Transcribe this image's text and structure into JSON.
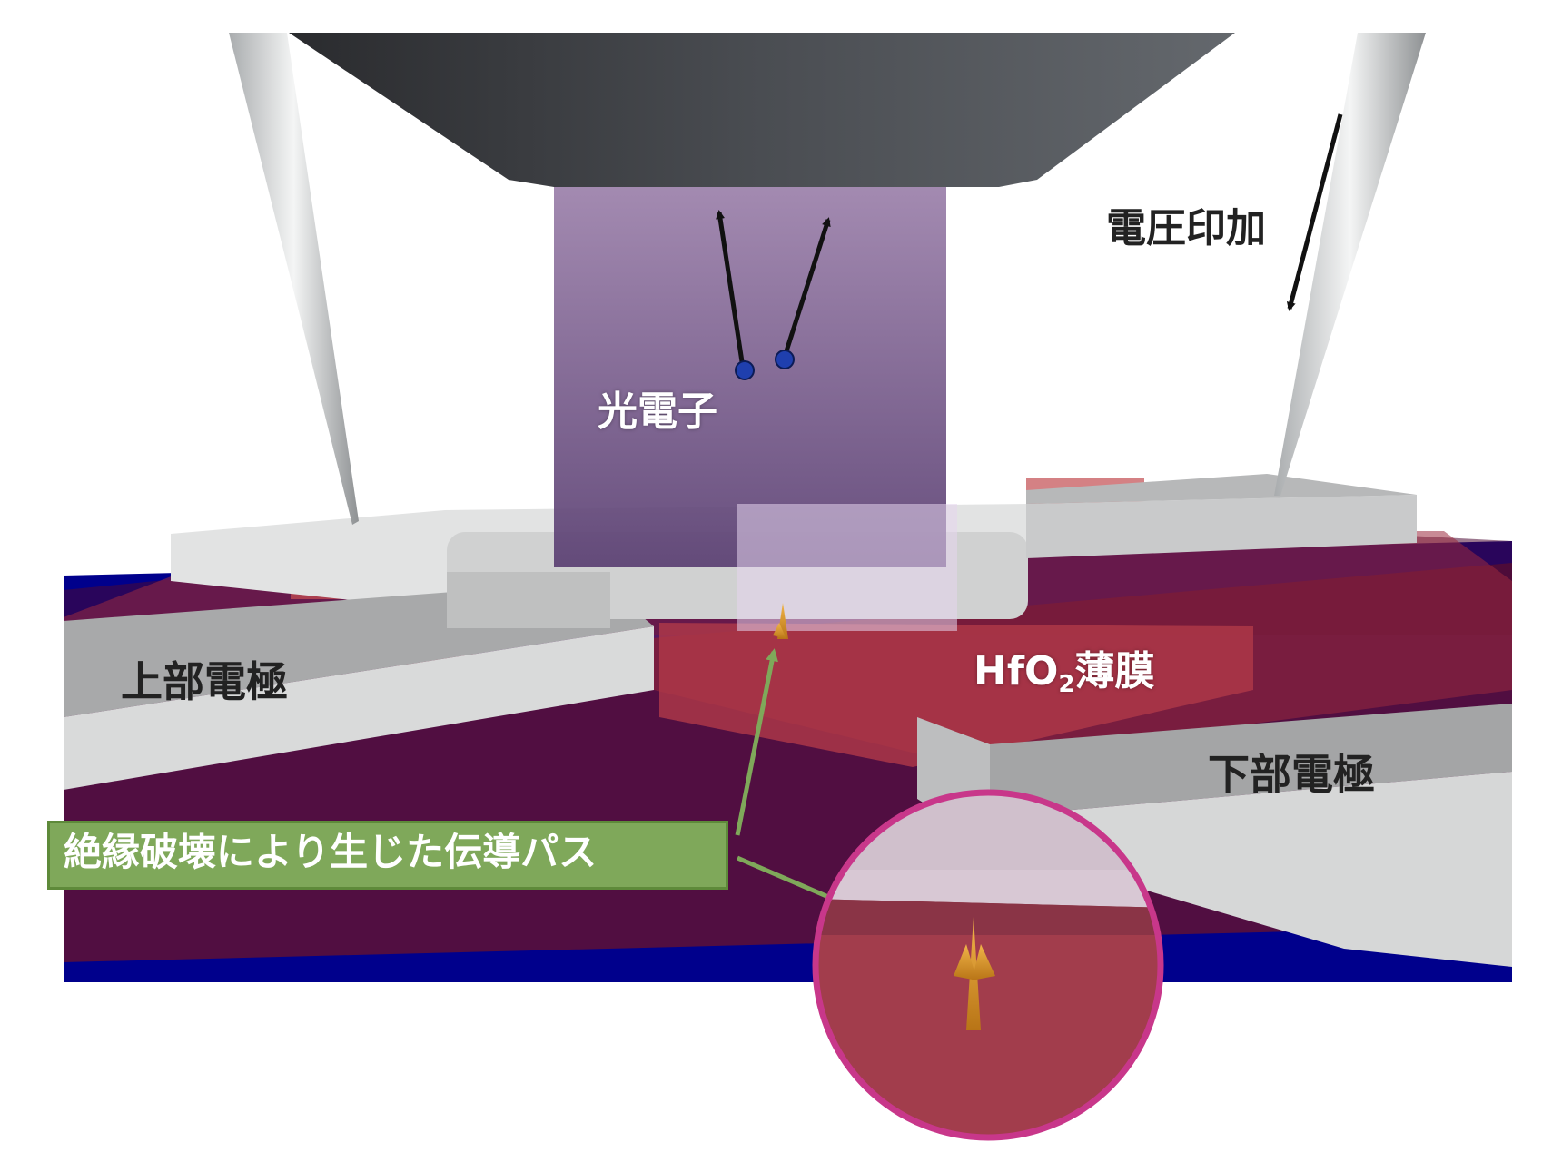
{
  "labels": {
    "voltage": "電圧印加",
    "photoelectron": "光電子",
    "top_electrode": "上部電極",
    "film_prefix": "HfO",
    "film_subscript": "2",
    "film_suffix": "薄膜",
    "bottom_electrode": "下部電極",
    "callout": "絶縁破壊により生じた伝導パス"
  },
  "colors": {
    "substrate_blue": "#00008c",
    "film_red": "#b03a48",
    "electrode_grey": "#d0d0d0",
    "beam_purple": "#8e6fa0",
    "callout_green": "#7fa85a",
    "magnifier_ring": "#c8378a"
  }
}
